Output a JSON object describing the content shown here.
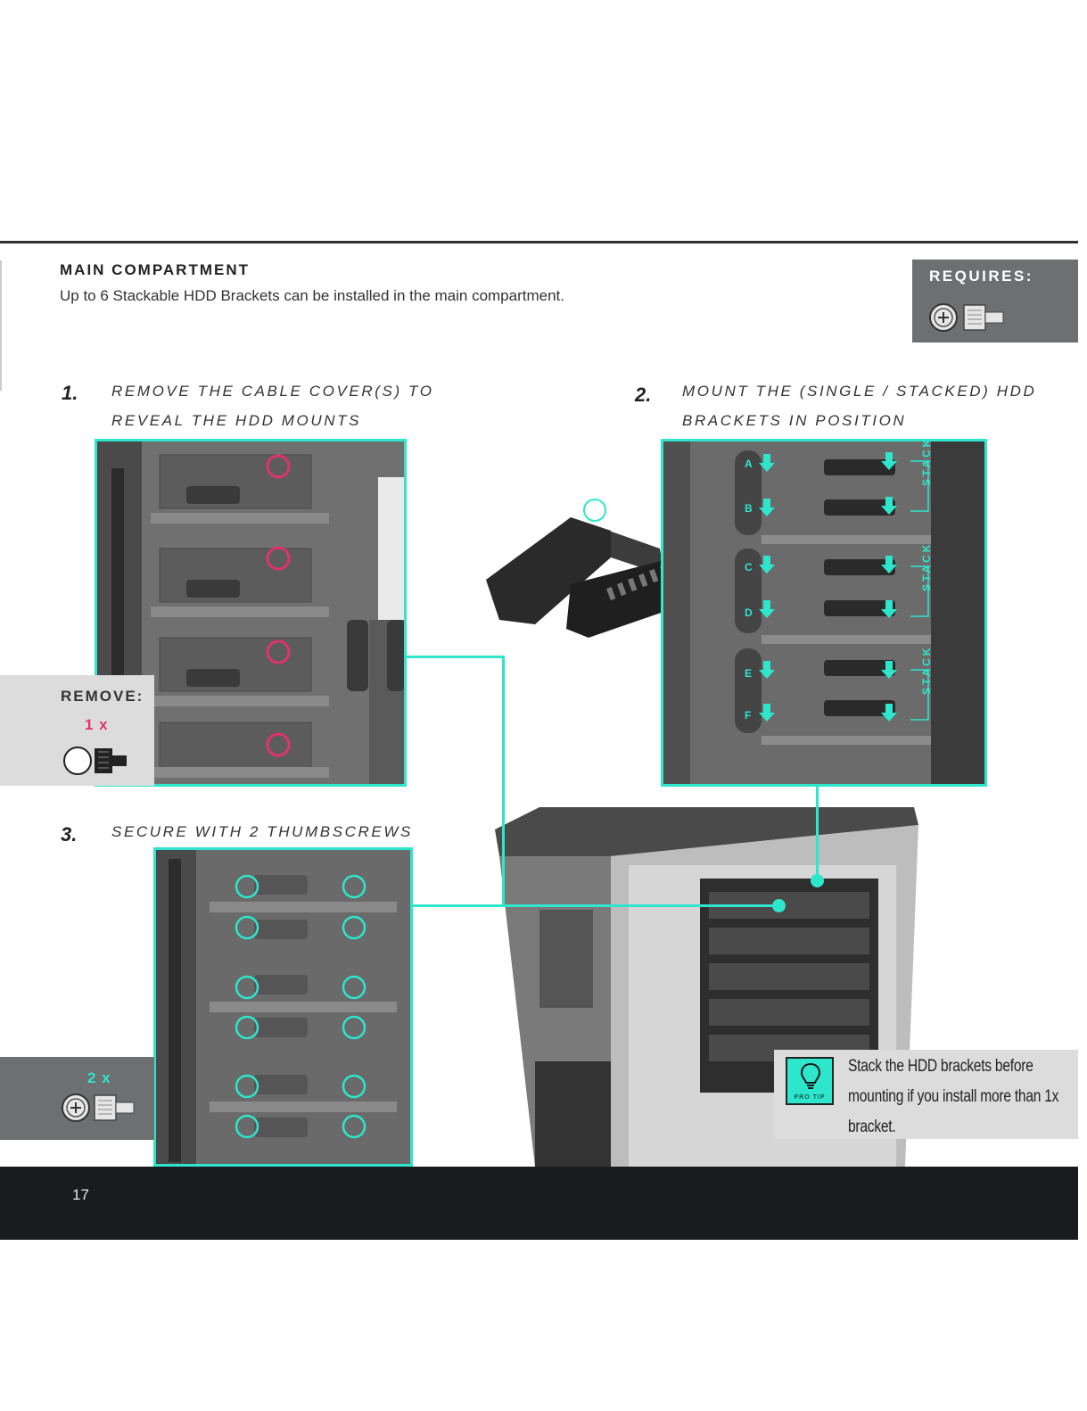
{
  "section": {
    "title": "MAIN COMPARTMENT",
    "description": "Up to 6 Stackable HDD Brackets can be installed in the main compartment."
  },
  "requires": {
    "label": "REQUIRES:",
    "icons": [
      "thumbscrew-icon"
    ]
  },
  "steps": [
    {
      "number": "1.",
      "line1": "REMOVE THE CABLE COVER(S) TO",
      "line2": "REVEAL THE HDD MOUNTS"
    },
    {
      "number": "2.",
      "line1": "MOUNT THE (SINGLE / STACKED) HDD",
      "line2": "BRACKETS IN POSITION"
    },
    {
      "number": "3.",
      "line1": "SECURE WITH 2 THUMBSCREWS",
      "line2": ""
    }
  ],
  "remove": {
    "label": "REMOVE:",
    "quantity": "1 x",
    "icon": "cable-cover-screw-icon"
  },
  "secure": {
    "quantity": "2 x",
    "icon": "thumbscrew-icon"
  },
  "bracket_positions": [
    "A",
    "B",
    "C",
    "D",
    "E",
    "F"
  ],
  "stack_label": "STACK",
  "pro_tip": {
    "icon_label": "PRO TIP",
    "text": "Stack the HDD brackets before mounting if you install more than 1x bracket."
  },
  "colors": {
    "accent": "#2ee6cc",
    "remove_highlight": "#e0336b",
    "panel_dark": "#6e6f71",
    "panel_light": "#dcdcdc",
    "footer": "#1a1b1e"
  },
  "footer": {
    "page_number": "17"
  }
}
